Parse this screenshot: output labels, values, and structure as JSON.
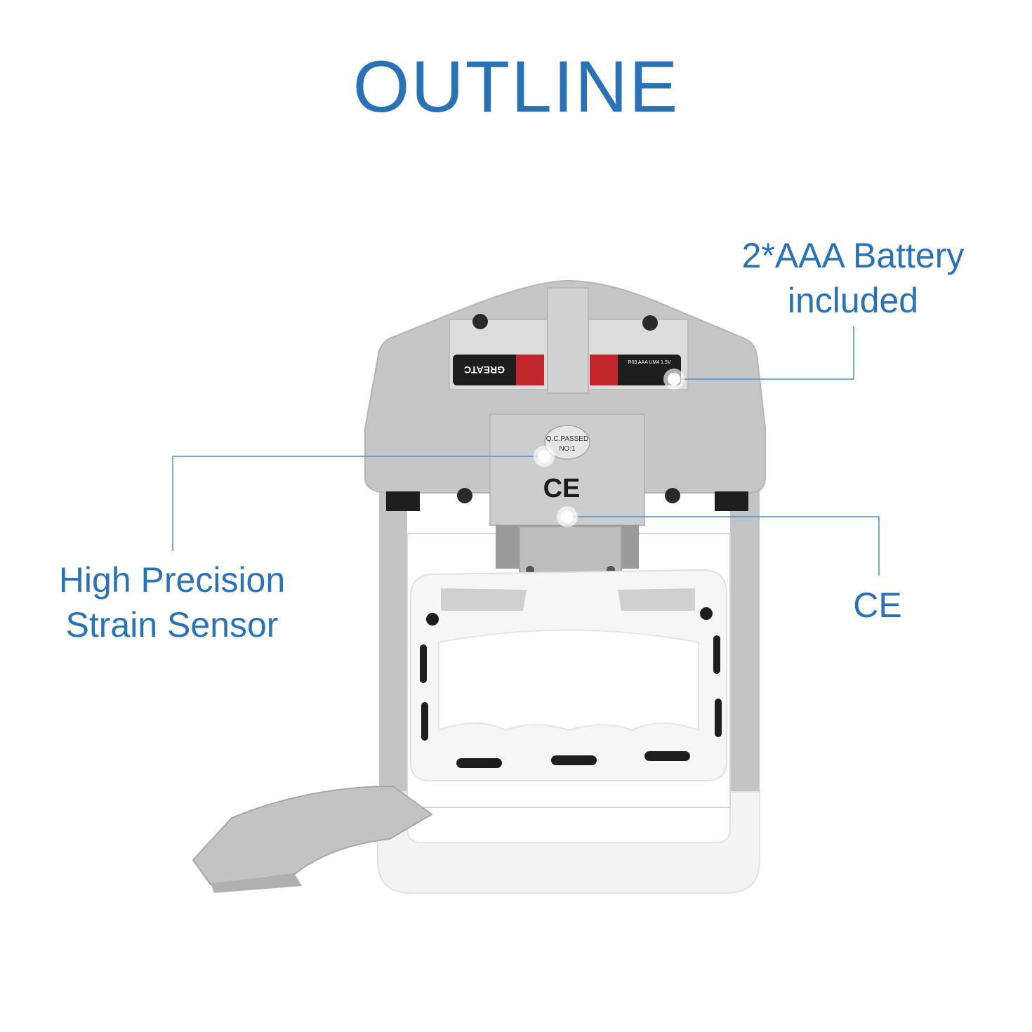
{
  "title": "OUTLINE",
  "callouts": {
    "battery": {
      "line1": "2*AAA Battery",
      "line2": "included"
    },
    "sensor": {
      "line1": "High Precision",
      "line2": "Strain Sensor"
    },
    "ce": {
      "text": "CE"
    }
  },
  "device": {
    "qc_sticker": {
      "line1": "Q.C.PASSED",
      "line2": "NO:1"
    },
    "ce_mark": "CE",
    "battery_left_brand": "GREATC",
    "battery_right_label": "R03 AAA UM4 1.5V"
  },
  "colors": {
    "accent": "#2a72b3",
    "device_gray": "#c9c9c9",
    "device_white": "#f4f4f4"
  }
}
